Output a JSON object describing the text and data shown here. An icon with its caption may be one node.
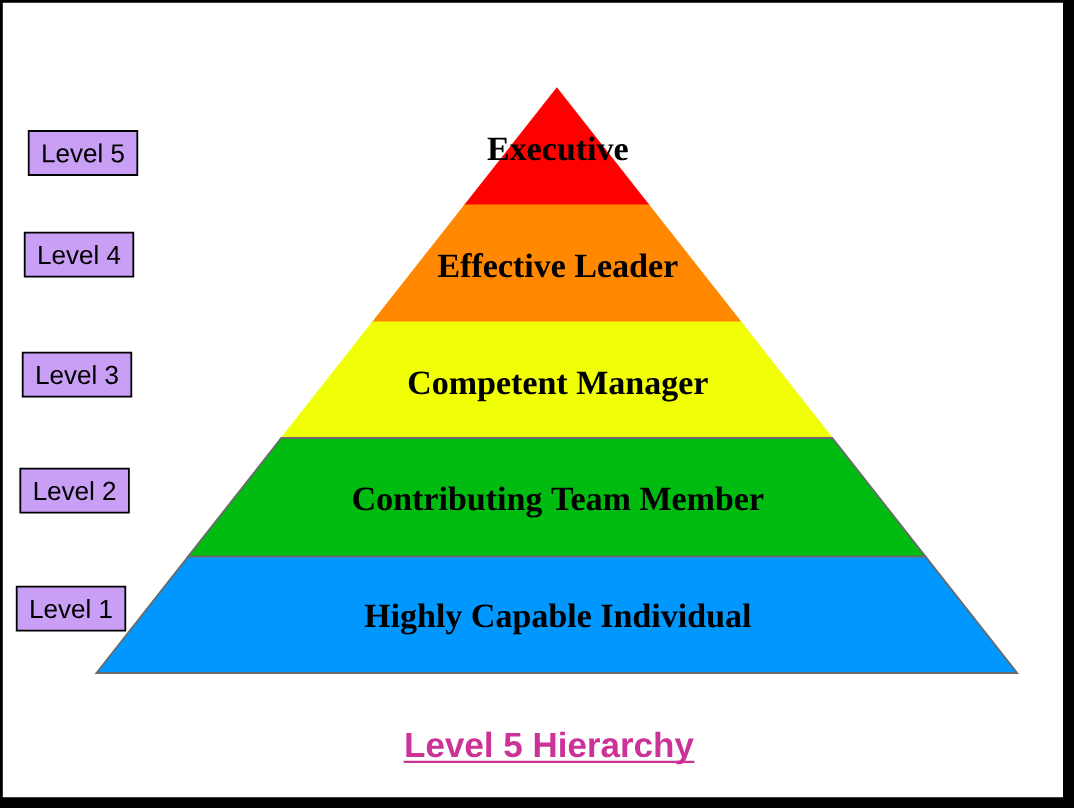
{
  "diagram": {
    "caption": "Level 5 Hierarchy",
    "nodes": [
      {
        "text": [
          "Level 5"
        ]
      },
      {
        "text": [
          "Executive"
        ]
      },
      {
        "text": [
          "Level 4"
        ]
      },
      {
        "text": [
          "Effective Leader"
        ]
      },
      {
        "text": [
          "Level 3"
        ]
      },
      {
        "text": [
          "Competent Manager"
        ]
      },
      {
        "text": [
          "Level 2"
        ]
      },
      {
        "text": [
          "Contributing Team Member"
        ]
      },
      {
        "text": [
          "Level 1"
        ]
      },
      {
        "text": [
          "Highly Capable Individual"
        ]
      }
    ]
  }
}
